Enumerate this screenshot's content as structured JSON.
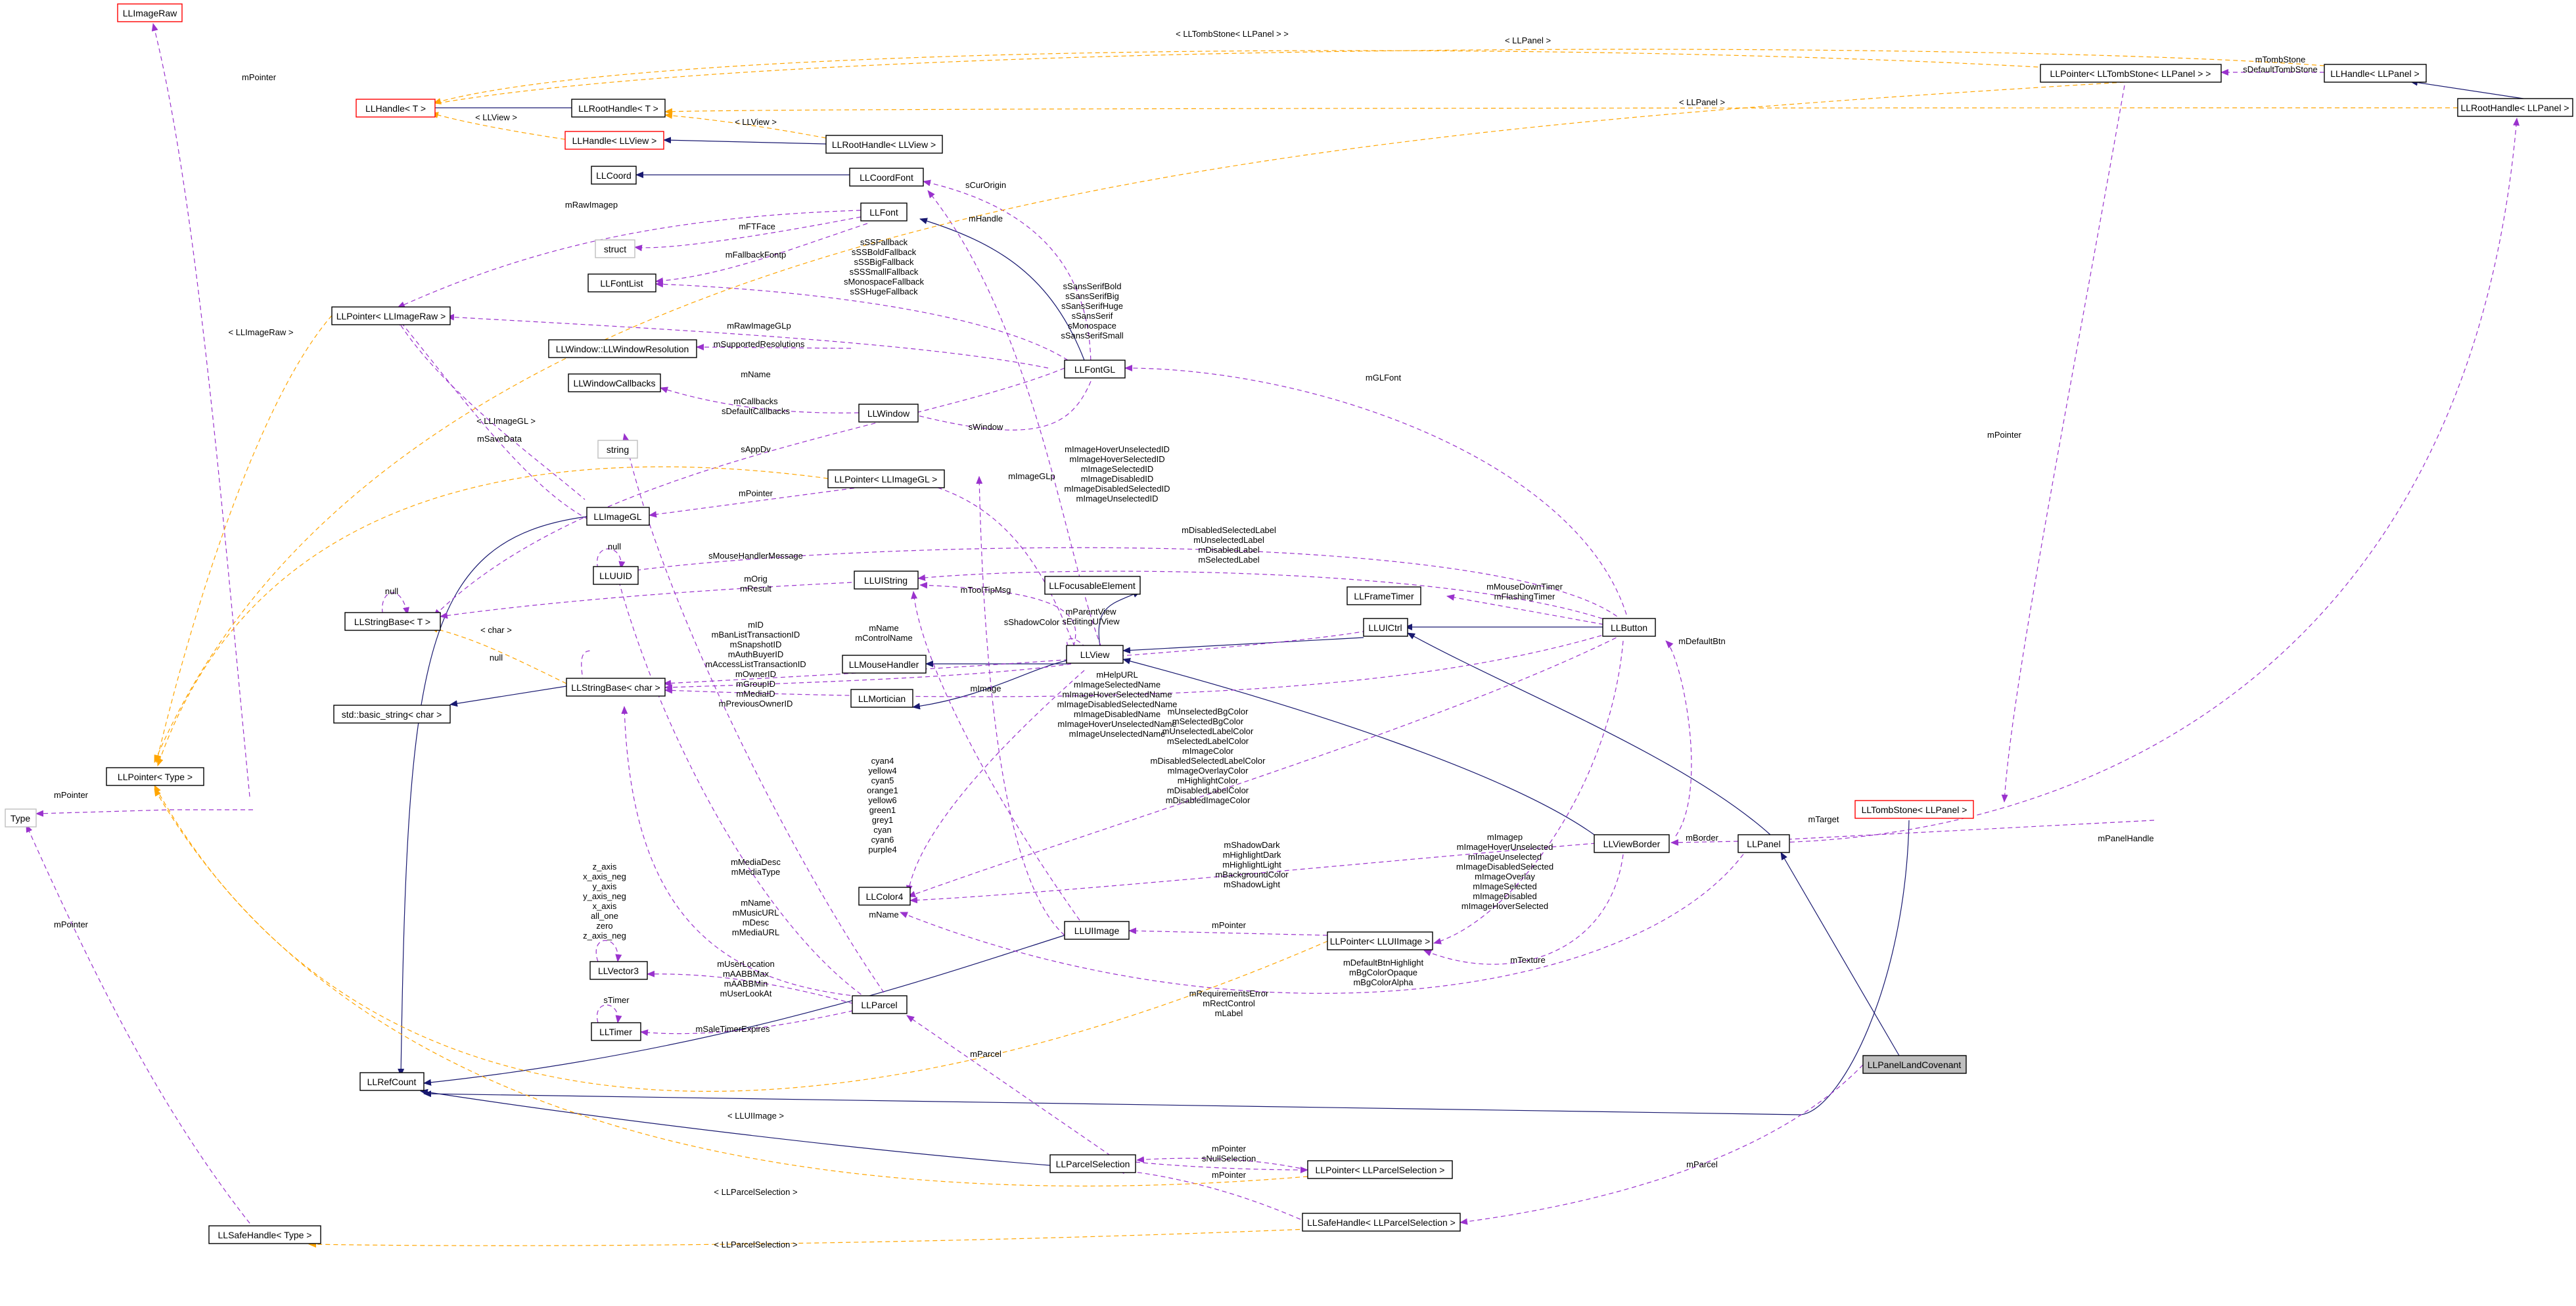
{
  "nodes": {
    "llimageraw": "LLImageRaw",
    "llhandle_t": "LLHandle< T >",
    "llroothandle_t": "LLRootHandle< T >",
    "llhandle_llview": "LLHandle< LLView >",
    "llroothandle_llview": "LLRootHandle< LLView >",
    "llcoord": "LLCoord",
    "llcoordfont": "LLCoordFont",
    "llfont": "LLFont",
    "struct": "struct",
    "llfontlist": "LLFontList",
    "llpointer_llimageraw": "LLPointer< LLImageRaw >",
    "llwindowresolution": "LLWindow::LLWindowResolution",
    "llfontgl": "LLFontGL",
    "llwindowcallbacks": "LLWindowCallbacks",
    "llwindow": "LLWindow",
    "string": "string",
    "llpointer_llimagegl": "LLPointer< LLImageGL >",
    "llimagegl": "LLImageGL",
    "lluuid": "LLUUID",
    "llstringbase_t": "LLStringBase< T >",
    "lluistring": "LLUIString",
    "llfocusableelement": "LLFocusableElement",
    "llframetimer": "LLFrameTimer",
    "lluictrl": "LLUICtrl",
    "llbutton": "LLButton",
    "llstringbase_char": "LLStringBase< char >",
    "llmousehandler": "LLMouseHandler",
    "llview": "LLView",
    "std_basic_string": "std::basic_string< char >",
    "llmortician": "LLMortician",
    "llpointer_type": "LLPointer< Type >",
    "type": "Type",
    "llcolor4": "LLColor4",
    "llviewborder": "LLViewBorder",
    "llpanel": "LLPanel",
    "lltombstone_llpanel": "LLTombStone< LLPanel >",
    "lluiimage": "LLUIImage",
    "llpointer_lluiimage": "LLPointer< LLUIImage >",
    "llvector3": "LLVector3",
    "llparcel": "LLParcel",
    "lltimer": "LLTimer",
    "llrefcount": "LLRefCount",
    "llpanellandcovenant": "LLPanelLandCovenant",
    "llparcelselection": "LLParcelSelection",
    "llpointer_llparcelselection": "LLPointer< LLParcelSelection >",
    "llsafehandle_llparcelselection": "LLSafeHandle< LLParcelSelection >",
    "llsafehandle_type": "LLSafeHandle< Type >",
    "llpointer_lltombstone": "LLPointer< LLTombStone< LLPanel > >",
    "llhandle_llpanel": "LLHandle< LLPanel >",
    "llroothandle_llpanel": "LLRootHandle< LLPanel >"
  },
  "labels": {
    "mpointer_raw": "mPointer",
    "tpl_tombstone": "< LLTombStone< LLPanel > >",
    "tpl_llpanel_top": "< LLPanel >",
    "tpl_llpanel_2": "< LLPanel >",
    "mtombstone": [
      "mTombStone",
      "sDefaultTombStone"
    ],
    "tpl_llview_1": "< LLView >",
    "tpl_llview_2": "< LLView >",
    "mrawimagep": "mRawImagep",
    "mftface": "mFTFace",
    "mfallbackfontp": "mFallbackFontp",
    "sssfallback": [
      "sSSFallback",
      "sSSBoldFallback",
      "sSSBigFallback",
      "sSSSmallFallback",
      "sMonospaceFallback",
      "sSSHugeFallback"
    ],
    "scurorigin": "sCurOrigin",
    "mhandle": "mHandle",
    "ssanssefbold": [
      "sSansSerifBold",
      "sSansSerifBig",
      "sSansSerifHuge",
      "sSansSerif",
      "sMonospace",
      "sSansSerifSmall"
    ],
    "tpl_llimageraw": "< LLImageRaw >",
    "mrawimageglp": "mRawImageGLp",
    "msupportedresolutions": "mSupportedResolutions",
    "mglfont": "mGLFont",
    "mname_str": "mName",
    "mcallbacks": [
      "mCallbacks",
      "sDefaultCallbacks"
    ],
    "tpl_llimagegl": "< LLImageGL >",
    "msavedata": "mSaveData",
    "swindow": "sWindow",
    "sappdv": "sAppDv",
    "mimageglp": "mImageGLp",
    "mpointer_gl": "mPointer",
    "mimagehover": [
      "mImageHoverUnselectedID",
      "mImageHoverSelectedID",
      "mImageSelectedID",
      "mImageDisabledID",
      "mImageDisabledSelectedID",
      "mImageUnselectedID"
    ],
    "null_uuid": "null",
    "mdisabledselectedlabel": [
      "mDisabledSelectedLabel",
      "mUnselectedLabel",
      "mDisabledLabel",
      "mSelectedLabel"
    ],
    "smousehandlermessage": "sMouseHandlerMessage",
    "null_sb": "null",
    "morig": [
      "mOrig",
      "mResult"
    ],
    "mtooltipmsg": "mToolTipMsg",
    "mmousedowntimer": [
      "mMouseDownTimer",
      "mFlashingTimer"
    ],
    "tpl_char": "< char >",
    "mid": [
      "mID",
      "mBanListTransactionID",
      "mSnapshotID",
      "mAuthBuyerID",
      "mAccessListTransactionID",
      "mOwnerID",
      "mGroupID",
      "mMediaID",
      "mPreviousOwnerID"
    ],
    "mname_ctrl": [
      "mName",
      "mControlName"
    ],
    "mparentview": [
      "mParentView",
      "sEditingUIView"
    ],
    "sshadowcolor": "sShadowColor",
    "null_std": "null",
    "mdefaultbtn": "mDefaultBtn",
    "mhelpurl": [
      "mHelpURL",
      "mImageSelectedName",
      "mImageHoverSelectedName",
      "mImageDisabledSelectedName",
      "mImageDisabledName",
      "mImageHoverUnselectedName",
      "mImageUnselectedName"
    ],
    "mimage": "mImage",
    "munselectedbgcolor": [
      "mUnselectedBgColor",
      "mSelectedBgColor",
      "mUnselectedLabelColor",
      "mSelectedLabelColor",
      "mImageColor",
      "mDisabledSelectedLabelColor",
      "mImageOverlayColor",
      "mHighlightColor",
      "mDisabledLabelColor",
      "mDisabledImageColor"
    ],
    "mpointer_type": "mPointer",
    "colors": [
      "cyan4",
      "yellow4",
      "cyan5",
      "orange1",
      "yellow6",
      "green1",
      "grey1",
      "cyan",
      "cyan6",
      "purple4"
    ],
    "mtarget": "mTarget",
    "mpanelhandle": "mPanelHandle",
    "mborder": "mBorder",
    "mpointer_tomb": "mPointer",
    "mshadowdark": [
      "mShadowDark",
      "mHighlightDark",
      "mHighlightLight",
      "mBackgroundColor",
      "mShadowLight"
    ],
    "mimagep": [
      "mImagep",
      "mImageHoverUnselected",
      "mImageUnselected",
      "mImageDisabledSelected",
      "mImageOverlay",
      "mImageSelected",
      "mImageDisabled",
      "mImageHoverSelected"
    ],
    "vector_statics": [
      "z_axis",
      "x_axis_neg",
      "y_axis",
      "y_axis_neg",
      "x_axis",
      "all_one",
      "zero",
      "z_axis_neg"
    ],
    "mmediadesc": [
      "mMediaDesc",
      "mMediaType"
    ],
    "mname_parcel": [
      "mName",
      "mMusicURL",
      "mDesc",
      "mMediaURL"
    ],
    "mname_color": "mName",
    "mpointer_uiimage": "mPointer",
    "mtexture": "mTexture",
    "muserlocation": [
      "mUserLocation",
      "mAABBMax",
      "mAABBMin",
      "mUserLookAt"
    ],
    "stimer": "sTimer",
    "msaletimerexpires": "mSaleTimerExpires",
    "mdefaultbtnhighlight": [
      "mDefaultBtnHighlight",
      "mBgColorOpaque",
      "mBgColorAlpha"
    ],
    "mrequirementserror": [
      "mRequirementsError",
      "mRectControl",
      "mLabel"
    ],
    "mparcel_sel": "mParcel",
    "tpl_lluiimage": "< LLUIImage >",
    "mpointer_ps": [
      "mPointer",
      "sNullSelection"
    ],
    "mpointer_ps2": "mPointer",
    "tpl_llparcelselection": "< LLParcelSelection >",
    "mparcel_cov": "mParcel",
    "tpl_llparcelselection_2": "< LLParcelSelection >",
    "mpointer_type2": "mPointer"
  }
}
